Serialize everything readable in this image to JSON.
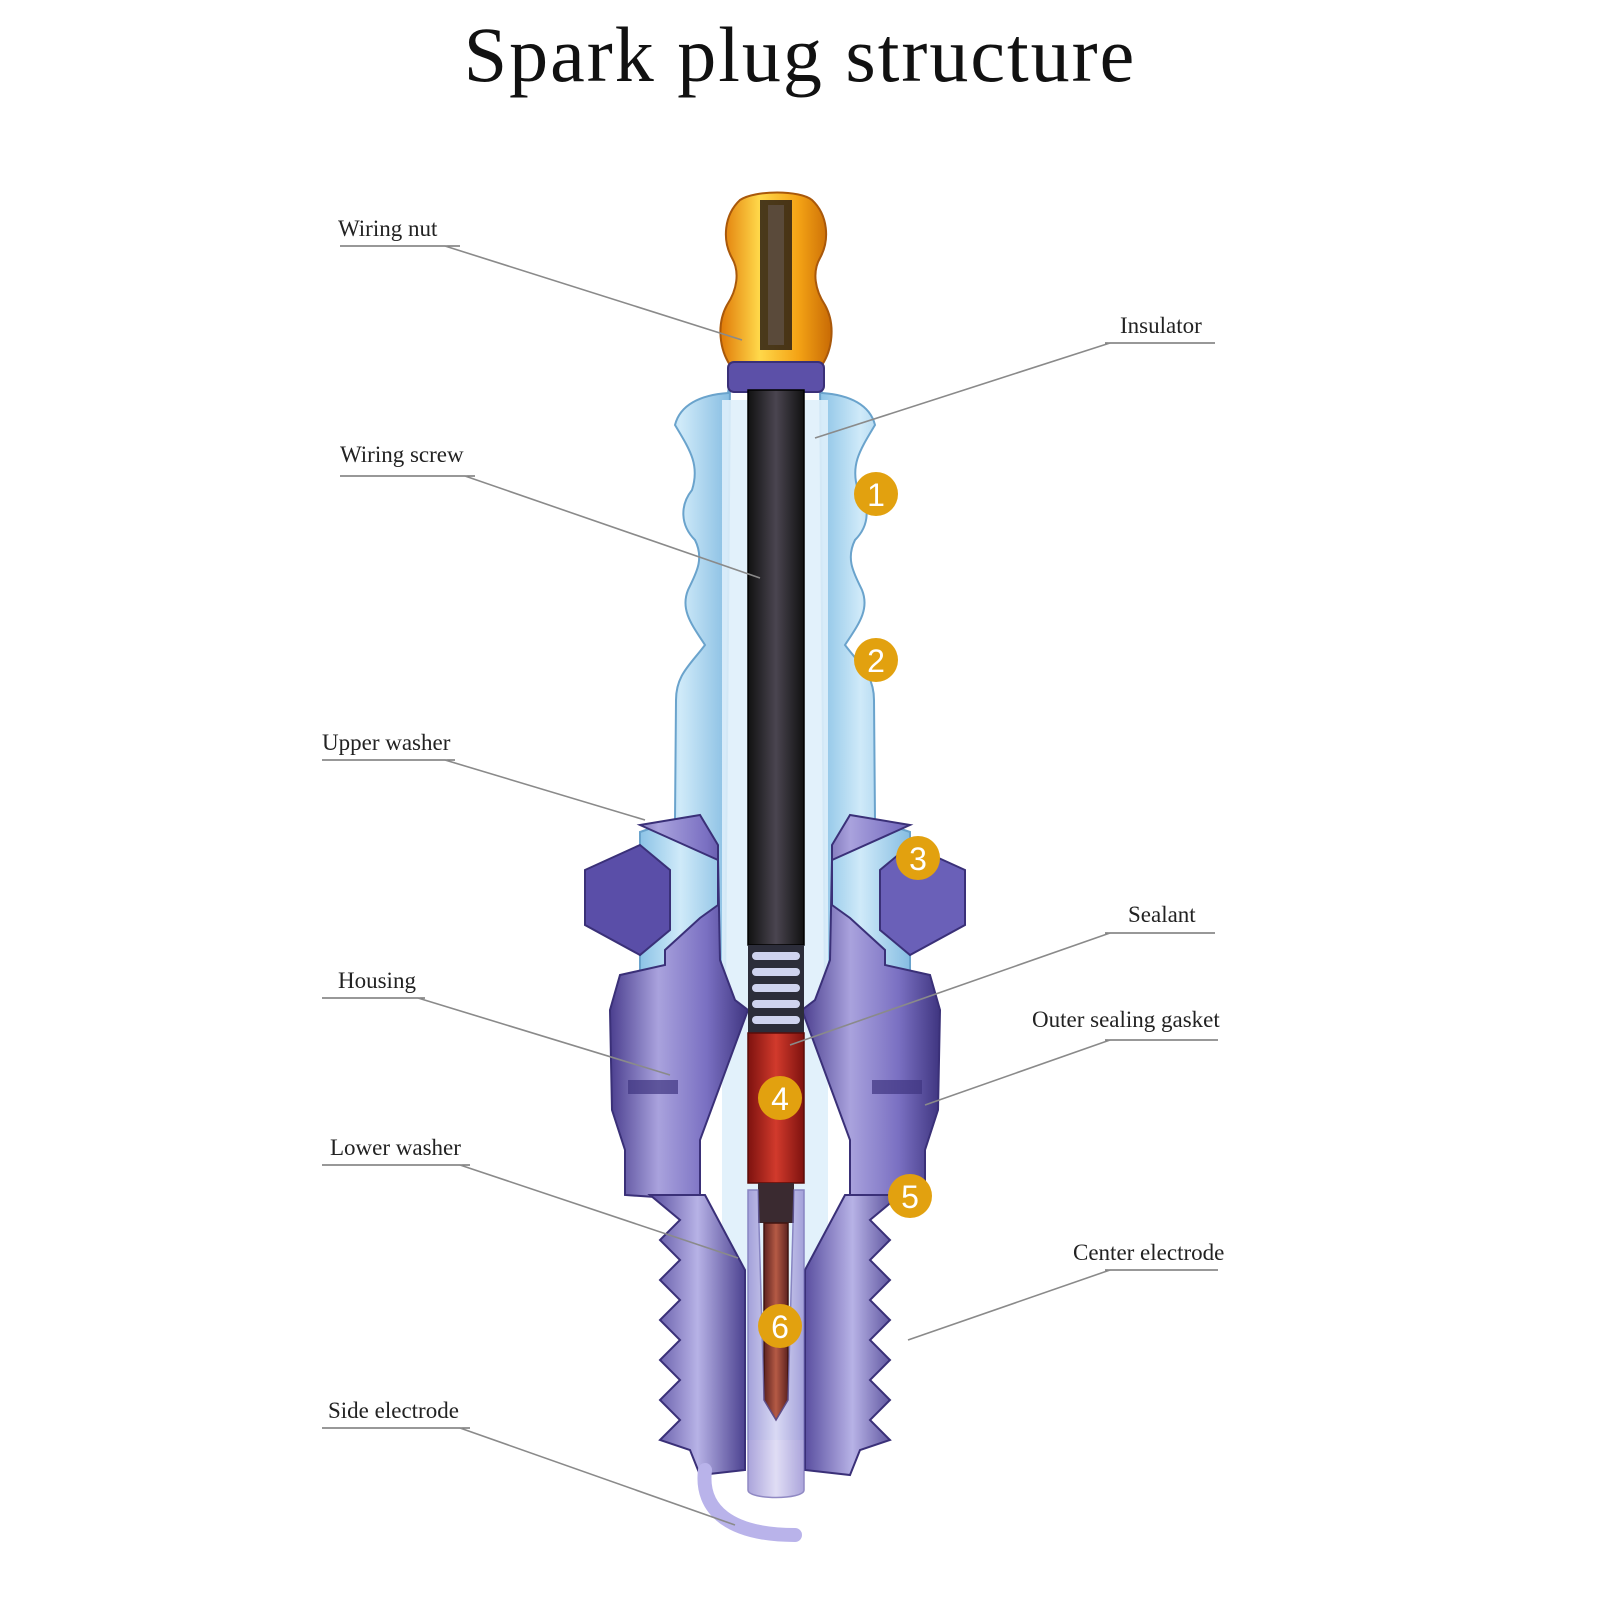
{
  "title": "Spark plug structure",
  "labels": {
    "wiring_nut": "Wiring nut",
    "insulator": "Insulator",
    "wiring_screw": "Wiring screw",
    "upper_washer": "Upper washer",
    "sealant": "Sealant",
    "housing": "Housing",
    "outer_sealing_gasket": "Outer sealing gasket",
    "lower_washer": "Lower washer",
    "center_electrode": "Center electrode",
    "side_electrode": "Side electrode"
  },
  "badges": [
    "1",
    "2",
    "3",
    "4",
    "5",
    "6"
  ],
  "colors": {
    "nut": "#f2a81a",
    "insulator": "#a8d4ef",
    "housing": "#6c63b4",
    "screw": "#1e1a22",
    "sealant": "#b51f1a",
    "badge": "#e2a10f"
  }
}
